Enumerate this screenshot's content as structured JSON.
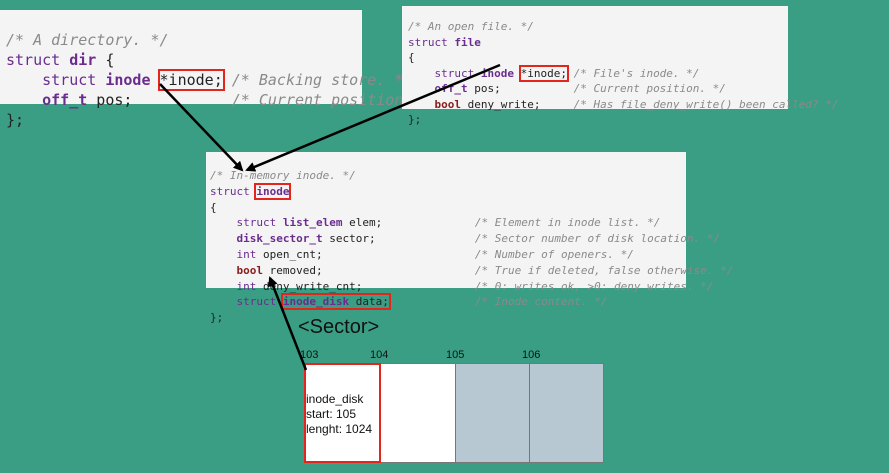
{
  "dir_box": {
    "lines": [
      "/* A directory. */",
      "struct dir {",
      "    struct inode *inode; /* Backing store. */",
      "    off_t pos;           /* Current position. */",
      "};"
    ]
  },
  "file_box": {
    "lines": [
      "/* An open file. */",
      "struct file",
      "{",
      "    struct inode *inode; /* File's inode. */",
      "    off_t pos;           /* Current position. */",
      "    bool deny_write;     /* Has file_deny_write() been called? */",
      "};"
    ]
  },
  "inode_box": {
    "lines": [
      "/* In-memory inode. */",
      "struct inode",
      "{",
      "    struct list_elem elem;              /* Element in inode list. */",
      "    disk_sector_t sector;               /* Sector number of disk location. */",
      "    int open_cnt;                       /* Number of openers. */",
      "    bool removed;                       /* True if deleted, false otherwise. */",
      "    int deny_write_cnt;                 /* 0: writes ok, >0: deny writes. */",
      "    struct inode_disk data;             /* Inode content. */",
      "};"
    ]
  },
  "sector": {
    "title": "<Sector>",
    "numbers": [
      "103",
      "104",
      "105",
      "106"
    ],
    "cell_colors": [
      "#ffffff",
      "#ffffff",
      "#b8c8d2",
      "#b8c8d2"
    ],
    "info": [
      "inode_disk",
      "start: 105",
      "lenght: 1024"
    ]
  },
  "colors": {
    "background": "#3a9e84",
    "highlight": "#e4251b",
    "arrow": "#000000"
  }
}
